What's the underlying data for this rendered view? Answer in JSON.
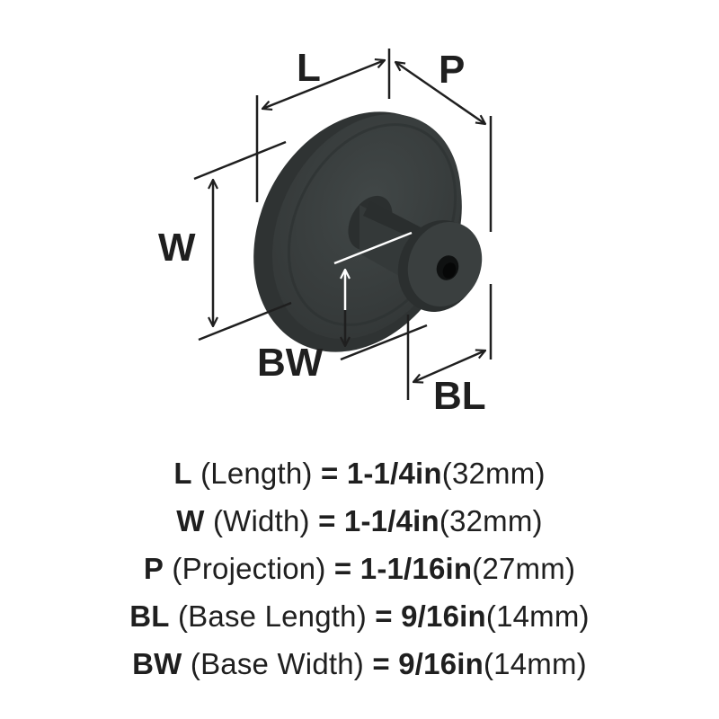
{
  "diagram": {
    "subject": "cabinet knob",
    "labels": {
      "L": "L",
      "P": "P",
      "W": "W",
      "BW": "BW",
      "BL": "BL"
    },
    "colors": {
      "line": "#1f1f1f",
      "knob_face": "#3b4040",
      "knob_edge": "#2f3333",
      "knob_shadow": "#262a2a",
      "hole": "#101212",
      "background": "#ffffff"
    }
  },
  "specs": [
    {
      "key": "L",
      "desc": " (Length) ",
      "eq": "= ",
      "value": "1-1/4in",
      "metric": "(32mm)"
    },
    {
      "key": "W",
      "desc": " (Width) ",
      "eq": "= ",
      "value": "1-1/4in",
      "metric": "(32mm)"
    },
    {
      "key": "P",
      "desc": " (Projection) ",
      "eq": "= ",
      "value": "1-1/16in",
      "metric": "(27mm)"
    },
    {
      "key": "BL",
      "desc": " (Base Length) ",
      "eq": "= ",
      "value": "9/16in",
      "metric": "(14mm)"
    },
    {
      "key": "BW",
      "desc": " (Base Width) ",
      "eq": "= ",
      "value": "9/16in",
      "metric": "(14mm)"
    }
  ]
}
